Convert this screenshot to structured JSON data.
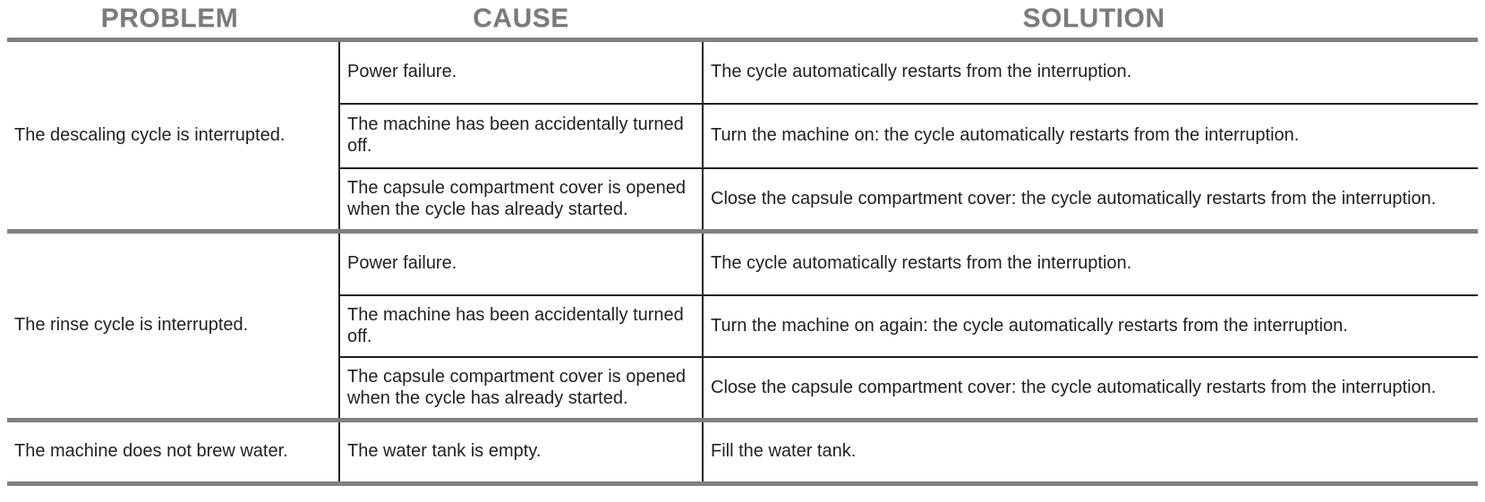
{
  "header": {
    "columns": [
      "PROBLEM",
      "CAUSE",
      "SOLUTION"
    ],
    "color": "#7b7b7b"
  },
  "colors": {
    "rule_thick": "#808080",
    "rule_thin": "#231f20",
    "text": "#231f20",
    "background": "#ffffff"
  },
  "table": {
    "groups": [
      {
        "problem": "The descaling cycle is interrupted.",
        "rows": [
          {
            "cause": "Power failure.",
            "solution": "The cycle automatically restarts from the interruption."
          },
          {
            "cause": "The machine has been accidentally turned off.",
            "solution": "Turn the machine on: the cycle automatically restarts from the interruption."
          },
          {
            "cause": "The capsule compartment cover is opened when the cycle has already started.",
            "solution": "Close the capsule compartment cover: the cycle automatically restarts from the interruption."
          }
        ]
      },
      {
        "problem": "The rinse cycle is interrupted.",
        "rows": [
          {
            "cause": "Power failure.",
            "solution": "The cycle automatically restarts from the interruption."
          },
          {
            "cause": "The machine has been accidentally turned off.",
            "solution": "Turn the machine on again: the cycle automatically restarts from the interruption."
          },
          {
            "cause": "The capsule compartment cover is opened when the cycle has already started.",
            "solution": "Close the capsule compartment cover: the cycle automatically restarts from the interruption."
          }
        ]
      },
      {
        "problem": "The machine does not brew water.",
        "rows": [
          {
            "cause": "The water tank is empty.",
            "solution": "Fill the water tank."
          }
        ]
      }
    ]
  }
}
